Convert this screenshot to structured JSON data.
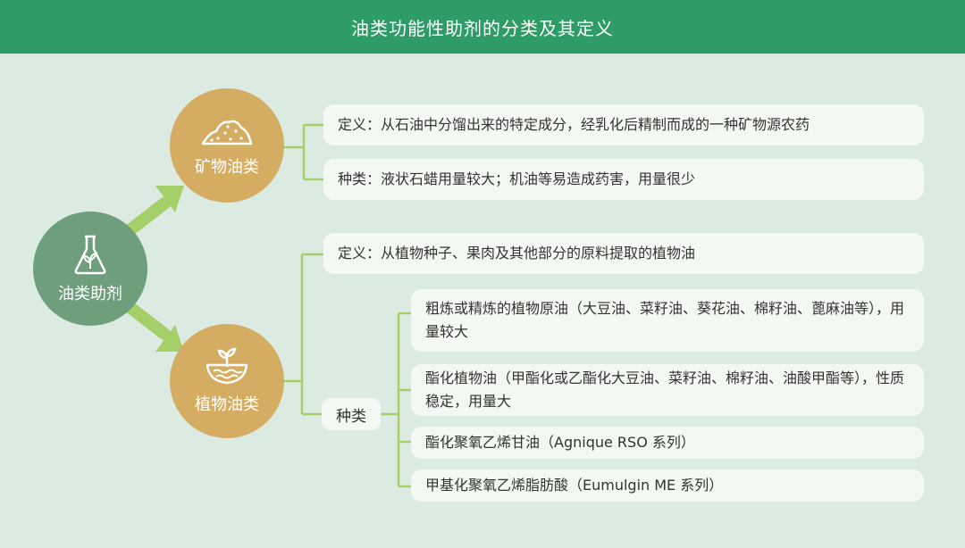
{
  "header": {
    "title": "油类功能性助剂的分类及其定义"
  },
  "root": {
    "label": "油类助剂",
    "icon": "flask-plant-icon"
  },
  "mineral": {
    "label": "矿物油类",
    "icon": "mineral-pile-icon",
    "definition": "定义：从石油中分馏出来的特定成分，经乳化后精制而成的一种矿物源农药",
    "types": "种类：液状石蜡用量较大；机油等易造成药害，用量很少"
  },
  "plant": {
    "label": "植物油类",
    "icon": "sprout-water-icon",
    "definition": "定义：从植物种子、果肉及其他部分的原料提取的植物油",
    "types_label": "种类",
    "types": [
      "粗炼或精炼的植物原油（大豆油、菜籽油、葵花油、棉籽油、蓖麻油等），用量较大",
      "酯化植物油（甲酯化或乙酯化大豆油、菜籽油、棉籽油、油酸甲酯等），性质稳定，用量大",
      "酯化聚氧乙烯甘油（Agnique RSO 系列）",
      "甲基化聚氧乙烯脂肪酸（Eumulgin ME 系列）"
    ]
  },
  "colors": {
    "header": "#2e9c66",
    "background": "#dcebe2",
    "root": "#6f9e7d",
    "branch": "#d4ad62",
    "connector": "#a6cf6a",
    "box": "#f4f8f3"
  }
}
